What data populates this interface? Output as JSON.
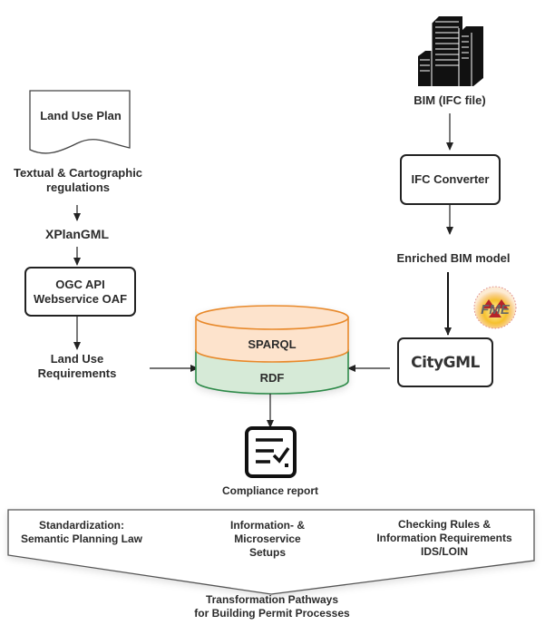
{
  "left_column": {
    "land_use_plan": "Land Use Plan",
    "textual_regulations_line1": "Textual & Cartographic",
    "textual_regulations_line2": "regulations",
    "xplangml": "XPlanGML",
    "ogc_api_line1": "OGC API",
    "ogc_api_line2": "Webservice OAF",
    "land_use_requirements_line1": "Land Use",
    "land_use_requirements_line2": "Requirements"
  },
  "right_column": {
    "bim_ifc_file": "BIM (IFC file)",
    "ifc_converter": "IFC Converter",
    "enriched_bim_model": "Enriched BIM model",
    "fme_logo": "FME",
    "citygml": "CityGML"
  },
  "center": {
    "sparql": "SPARQL",
    "rdf": "RDF",
    "compliance_report": "Compliance report"
  },
  "bottom_banner": {
    "col1_line1": "Standardization:",
    "col1_line2": "Semantic Planning Law",
    "col2_line1": "Information- &",
    "col2_line2": "Microservice",
    "col2_line3": "Setups",
    "col3_line1": "Checking Rules &",
    "col3_line2": "Information Requirements",
    "col3_line3": "IDS/LOIN",
    "footer_line1": "Transformation Pathways",
    "footer_line2": "for Building Permit Processes"
  },
  "colors": {
    "sparql_fill": "#fde3cc",
    "sparql_stroke": "#e8892c",
    "rdf_fill": "#d6ead7",
    "rdf_stroke": "#2f8a4a",
    "fme_red": "#b5242a",
    "fme_yellow": "#f6c12e"
  }
}
